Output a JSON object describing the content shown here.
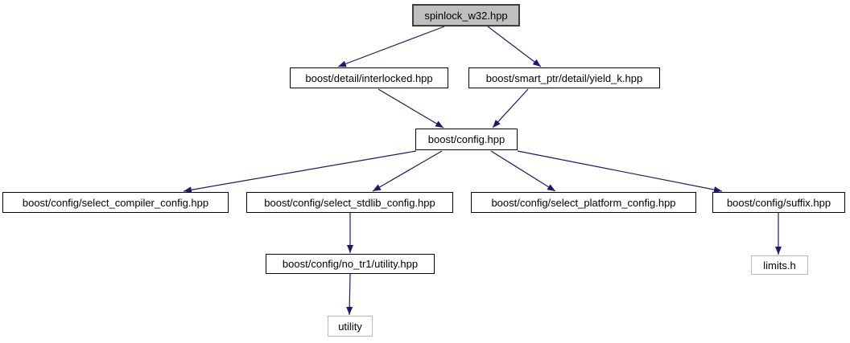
{
  "graph": {
    "title": "spinlock_w32.hpp include dependency graph",
    "background_color": "#ffffff",
    "edge_color": "#191970",
    "root_fill_color": "#bfbfbf",
    "node_fill_color": "#ffffff",
    "node_border_color": "#000000",
    "external_node_border_color": "#b9b9b9",
    "nodes": [
      {
        "id": "spinlock_w32",
        "label": "spinlock_w32.hpp",
        "type": "root"
      },
      {
        "id": "interlocked",
        "label": "boost/detail/interlocked.hpp",
        "type": "internal"
      },
      {
        "id": "yield_k",
        "label": "boost/smart_ptr/detail/yield_k.hpp",
        "type": "internal"
      },
      {
        "id": "config",
        "label": "boost/config.hpp",
        "type": "internal"
      },
      {
        "id": "select_compiler",
        "label": "boost/config/select_compiler_config.hpp",
        "type": "internal"
      },
      {
        "id": "select_stdlib",
        "label": "boost/config/select_stdlib_config.hpp",
        "type": "internal"
      },
      {
        "id": "select_platform",
        "label": "boost/config/select_platform_config.hpp",
        "type": "internal"
      },
      {
        "id": "suffix",
        "label": "boost/config/suffix.hpp",
        "type": "internal"
      },
      {
        "id": "no_tr1_utility",
        "label": "boost/config/no_tr1/utility.hpp",
        "type": "internal"
      },
      {
        "id": "utility",
        "label": "utility",
        "type": "external"
      },
      {
        "id": "limits_h",
        "label": "limits.h",
        "type": "external"
      }
    ],
    "edges": [
      {
        "from": "spinlock_w32",
        "to": "interlocked"
      },
      {
        "from": "spinlock_w32",
        "to": "yield_k"
      },
      {
        "from": "interlocked",
        "to": "config"
      },
      {
        "from": "yield_k",
        "to": "config"
      },
      {
        "from": "config",
        "to": "select_compiler"
      },
      {
        "from": "config",
        "to": "select_stdlib"
      },
      {
        "from": "config",
        "to": "select_platform"
      },
      {
        "from": "config",
        "to": "suffix"
      },
      {
        "from": "select_stdlib",
        "to": "no_tr1_utility"
      },
      {
        "from": "no_tr1_utility",
        "to": "utility"
      },
      {
        "from": "suffix",
        "to": "limits_h"
      }
    ]
  }
}
